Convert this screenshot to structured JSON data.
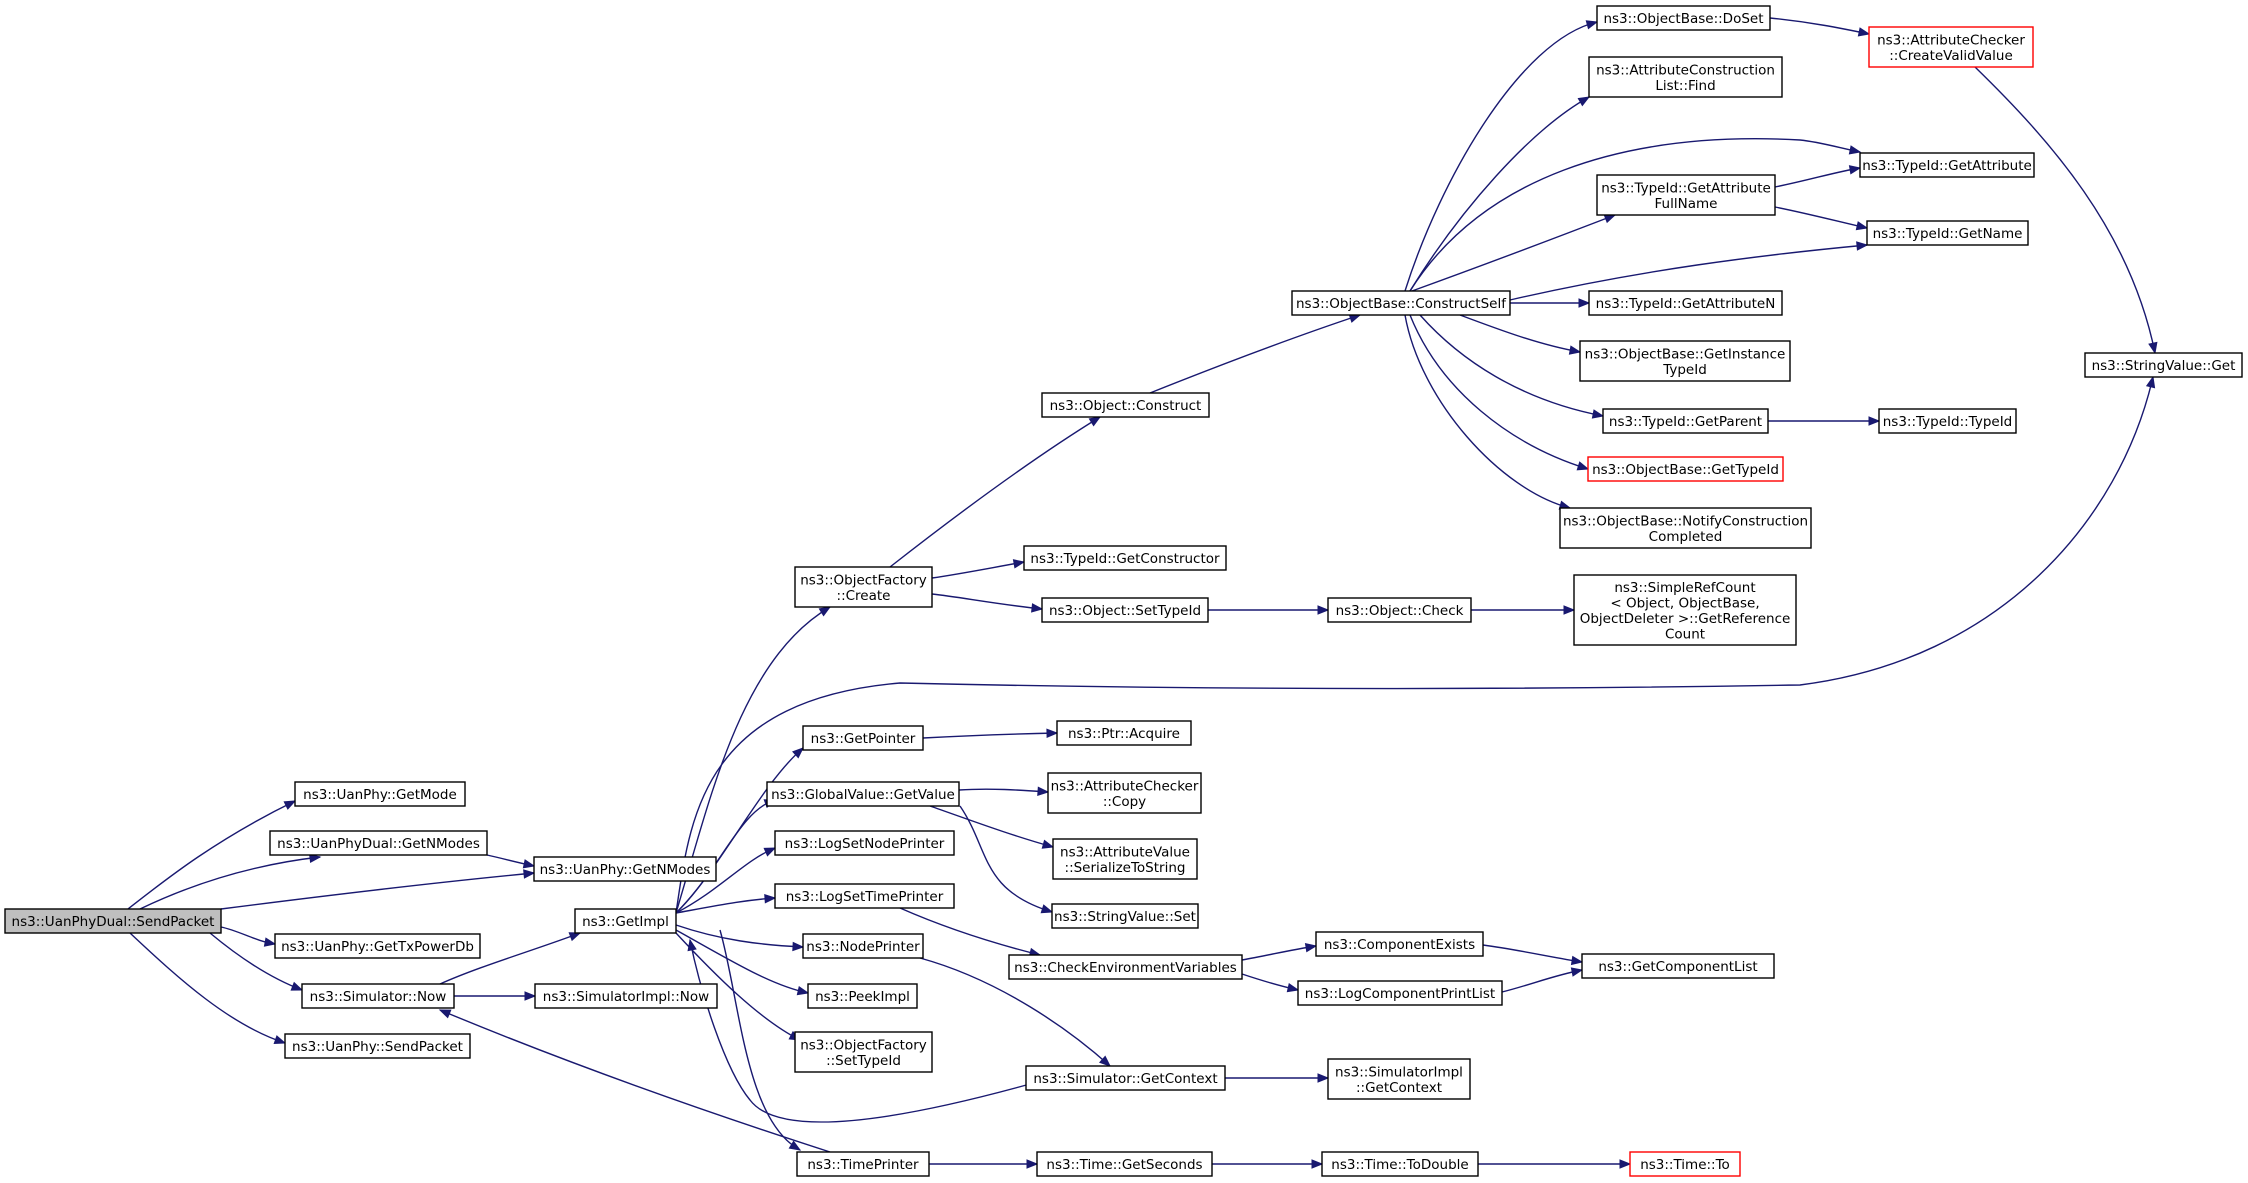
{
  "colors": {
    "edge": "#191970",
    "node_border": "#000000",
    "truncated_border": "#ff0000",
    "root_fill": "#bfbfbf"
  },
  "nodes": {
    "send_packet": {
      "lines": [
        "ns3::UanPhyDual::SendPacket"
      ],
      "root": true
    },
    "get_mode": {
      "lines": [
        "ns3::UanPhy::GetMode"
      ]
    },
    "dual_get_nmodes": {
      "lines": [
        "ns3::UanPhyDual::GetNModes"
      ]
    },
    "uanphy_get_nmodes": {
      "lines": [
        "ns3::UanPhy::GetNModes"
      ]
    },
    "get_tx_power_db": {
      "lines": [
        "ns3::UanPhy::GetTxPowerDb"
      ]
    },
    "simulator_now": {
      "lines": [
        "ns3::Simulator::Now"
      ]
    },
    "uanphy_send_packet": {
      "lines": [
        "ns3::UanPhy::SendPacket"
      ]
    },
    "get_impl": {
      "lines": [
        "ns3::GetImpl"
      ]
    },
    "simulatorimpl_now": {
      "lines": [
        "ns3::SimulatorImpl::Now"
      ]
    },
    "objectfactory_create": {
      "lines": [
        "ns3::ObjectFactory",
        "::Create"
      ]
    },
    "get_pointer": {
      "lines": [
        "ns3::GetPointer"
      ]
    },
    "globalvalue_getvalue": {
      "lines": [
        "ns3::GlobalValue::GetValue"
      ]
    },
    "log_set_node_printer": {
      "lines": [
        "ns3::LogSetNodePrinter"
      ]
    },
    "log_set_time_printer": {
      "lines": [
        "ns3::LogSetTimePrinter"
      ]
    },
    "node_printer": {
      "lines": [
        "ns3::NodePrinter"
      ]
    },
    "peek_impl": {
      "lines": [
        "ns3::PeekImpl"
      ]
    },
    "objectfactory_settypeid": {
      "lines": [
        "ns3::ObjectFactory",
        "::SetTypeId"
      ]
    },
    "time_printer": {
      "lines": [
        "ns3::TimePrinter"
      ]
    },
    "object_construct": {
      "lines": [
        "ns3::Object::Construct"
      ]
    },
    "typeid_getconstructor": {
      "lines": [
        "ns3::TypeId::GetConstructor"
      ]
    },
    "object_settypeid": {
      "lines": [
        "ns3::Object::SetTypeId"
      ]
    },
    "ptr_acquire": {
      "lines": [
        "ns3::Ptr::Acquire"
      ]
    },
    "attrchecker_copy": {
      "lines": [
        "ns3::AttributeChecker",
        "::Copy"
      ]
    },
    "attrvalue_serialize": {
      "lines": [
        "ns3::AttributeValue",
        "::SerializeToString"
      ]
    },
    "stringvalue_set": {
      "lines": [
        "ns3::StringValue::Set"
      ]
    },
    "check_env_vars": {
      "lines": [
        "ns3::CheckEnvironmentVariables"
      ]
    },
    "simulator_getcontext": {
      "lines": [
        "ns3::Simulator::GetContext"
      ]
    },
    "time_getseconds": {
      "lines": [
        "ns3::Time::GetSeconds"
      ]
    },
    "objectbase_constructself": {
      "lines": [
        "ns3::ObjectBase::ConstructSelf"
      ]
    },
    "object_check": {
      "lines": [
        "ns3::Object::Check"
      ]
    },
    "component_exists": {
      "lines": [
        "ns3::ComponentExists"
      ]
    },
    "log_component_printlist": {
      "lines": [
        "ns3::LogComponentPrintList"
      ]
    },
    "simulatorimpl_getcontext": {
      "lines": [
        "ns3::SimulatorImpl",
        "::GetContext"
      ]
    },
    "time_todouble": {
      "lines": [
        "ns3::Time::ToDouble"
      ]
    },
    "objectbase_doset": {
      "lines": [
        "ns3::ObjectBase::DoSet"
      ]
    },
    "attrconstructionlist_find": {
      "lines": [
        "ns3::AttributeConstruction",
        "List::Find"
      ]
    },
    "typeid_getattributefullname": {
      "lines": [
        "ns3::TypeId::GetAttribute",
        "FullName"
      ]
    },
    "typeid_getattributen": {
      "lines": [
        "ns3::TypeId::GetAttributeN"
      ]
    },
    "objectbase_getinstancetypeid": {
      "lines": [
        "ns3::ObjectBase::GetInstance",
        "TypeId"
      ]
    },
    "typeid_getparent": {
      "lines": [
        "ns3::TypeId::GetParent"
      ]
    },
    "objectbase_gettypeid": {
      "lines": [
        "ns3::ObjectBase::GetTypeId"
      ],
      "truncated": true
    },
    "objectbase_notifyconstruction": {
      "lines": [
        "ns3::ObjectBase::NotifyConstruction",
        "Completed"
      ]
    },
    "simplerefcount": {
      "lines": [
        "ns3::SimpleRefCount",
        "< Object, ObjectBase,",
        " ObjectDeleter >::GetReference",
        "Count"
      ]
    },
    "get_component_list": {
      "lines": [
        "ns3::GetComponentList"
      ]
    },
    "time_to": {
      "lines": [
        "ns3::Time::To"
      ],
      "truncated": true
    },
    "attrchecker_createvalidvalue": {
      "lines": [
        "ns3::AttributeChecker",
        "::CreateValidValue"
      ],
      "truncated": true
    },
    "typeid_getattribute": {
      "lines": [
        "ns3::TypeId::GetAttribute"
      ]
    },
    "typeid_getname": {
      "lines": [
        "ns3::TypeId::GetName"
      ]
    },
    "typeid_typeid": {
      "lines": [
        "ns3::TypeId::TypeId"
      ]
    },
    "stringvalue_get": {
      "lines": [
        "ns3::StringValue::Get"
      ]
    }
  },
  "edges": [
    [
      "send_packet",
      "get_mode"
    ],
    [
      "send_packet",
      "dual_get_nmodes"
    ],
    [
      "send_packet",
      "uanphy_get_nmodes"
    ],
    [
      "send_packet",
      "get_tx_power_db"
    ],
    [
      "send_packet",
      "simulator_now"
    ],
    [
      "send_packet",
      "uanphy_send_packet"
    ],
    [
      "dual_get_nmodes",
      "uanphy_get_nmodes"
    ],
    [
      "simulator_now",
      "get_impl"
    ],
    [
      "simulator_now",
      "simulatorimpl_now"
    ],
    [
      "get_impl",
      "objectfactory_create"
    ],
    [
      "get_impl",
      "stringvalue_get"
    ],
    [
      "get_impl",
      "get_pointer"
    ],
    [
      "get_impl",
      "globalvalue_getvalue"
    ],
    [
      "get_impl",
      "log_set_node_printer"
    ],
    [
      "get_impl",
      "log_set_time_printer"
    ],
    [
      "get_impl",
      "node_printer"
    ],
    [
      "get_impl",
      "peek_impl"
    ],
    [
      "get_impl",
      "objectfactory_settypeid"
    ],
    [
      "get_impl",
      "time_printer"
    ],
    [
      "objectfactory_create",
      "object_construct"
    ],
    [
      "objectfactory_create",
      "typeid_getconstructor"
    ],
    [
      "objectfactory_create",
      "object_settypeid"
    ],
    [
      "object_construct",
      "objectbase_constructself"
    ],
    [
      "objectbase_constructself",
      "objectbase_doset"
    ],
    [
      "objectbase_constructself",
      "attrconstructionlist_find"
    ],
    [
      "objectbase_constructself",
      "typeid_getattribute"
    ],
    [
      "objectbase_constructself",
      "typeid_getattributefullname"
    ],
    [
      "objectbase_constructself",
      "typeid_getname"
    ],
    [
      "objectbase_constructself",
      "typeid_getattributen"
    ],
    [
      "objectbase_constructself",
      "objectbase_getinstancetypeid"
    ],
    [
      "objectbase_constructself",
      "typeid_getparent"
    ],
    [
      "objectbase_constructself",
      "objectbase_gettypeid"
    ],
    [
      "objectbase_constructself",
      "objectbase_notifyconstruction"
    ],
    [
      "objectbase_doset",
      "attrchecker_createvalidvalue"
    ],
    [
      "attrchecker_createvalidvalue",
      "stringvalue_get"
    ],
    [
      "typeid_getattributefullname",
      "typeid_getattribute"
    ],
    [
      "typeid_getattributefullname",
      "typeid_getname"
    ],
    [
      "typeid_getparent",
      "typeid_typeid"
    ],
    [
      "object_settypeid",
      "object_check"
    ],
    [
      "object_check",
      "simplerefcount"
    ],
    [
      "get_pointer",
      "ptr_acquire"
    ],
    [
      "globalvalue_getvalue",
      "attrchecker_copy"
    ],
    [
      "globalvalue_getvalue",
      "attrvalue_serialize"
    ],
    [
      "globalvalue_getvalue",
      "stringvalue_set"
    ],
    [
      "log_set_time_printer",
      "check_env_vars"
    ],
    [
      "check_env_vars",
      "component_exists"
    ],
    [
      "check_env_vars",
      "log_component_printlist"
    ],
    [
      "component_exists",
      "get_component_list"
    ],
    [
      "log_component_printlist",
      "get_component_list"
    ],
    [
      "node_printer",
      "simulator_getcontext"
    ],
    [
      "simulator_getcontext",
      "get_impl"
    ],
    [
      "simulator_getcontext",
      "simulatorimpl_getcontext"
    ],
    [
      "time_printer",
      "simulator_now"
    ],
    [
      "time_printer",
      "time_getseconds"
    ],
    [
      "time_getseconds",
      "time_todouble"
    ],
    [
      "time_todouble",
      "time_to"
    ]
  ]
}
